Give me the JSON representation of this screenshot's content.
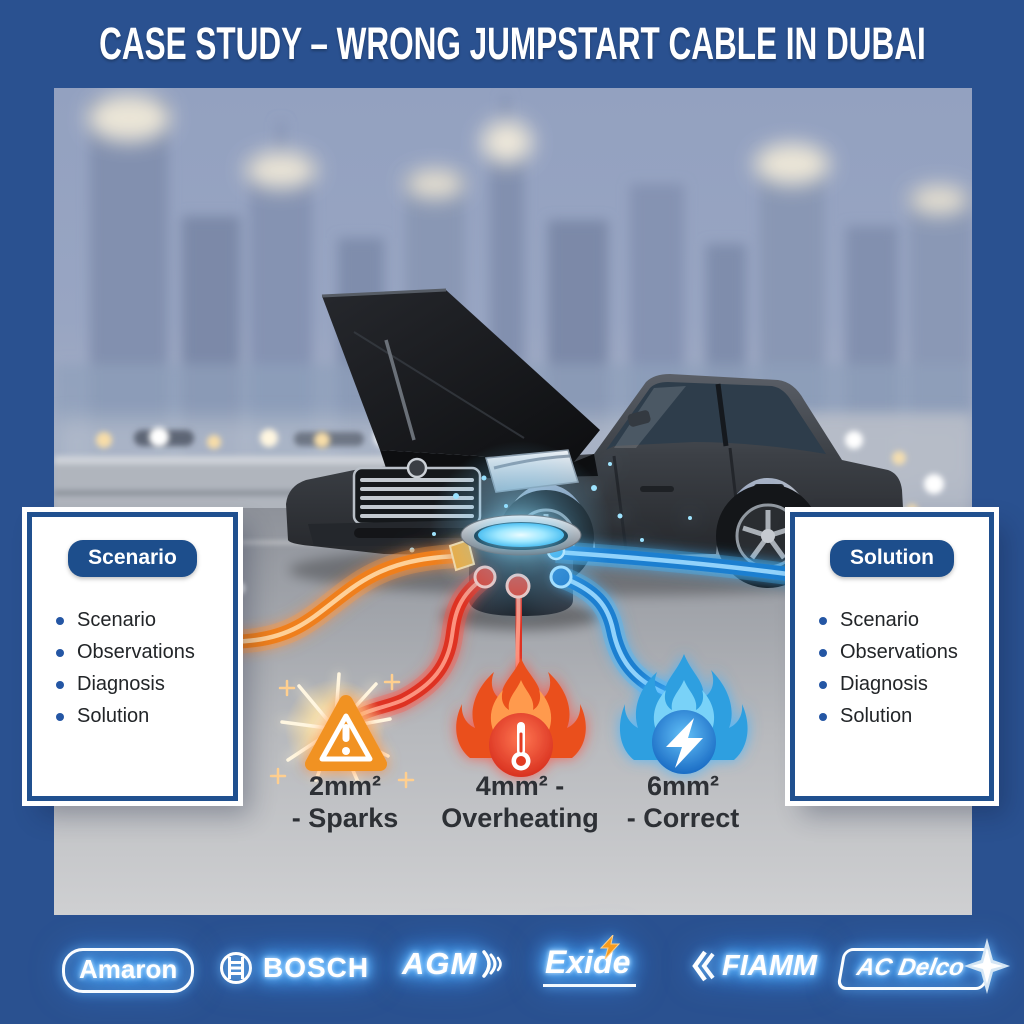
{
  "title": "CASE STUDY – WRONG JUMPSTART CABLE IN DUBAI",
  "cards": {
    "left": {
      "badge": "Scenario",
      "items": [
        "Scenario",
        "Observations",
        "Diagnosis",
        "Solution"
      ]
    },
    "right": {
      "badge": "Solution",
      "items": [
        "Scenario",
        "Observations",
        "Diagnosis",
        "Solution"
      ]
    }
  },
  "diagram": {
    "labels": [
      {
        "icon": "warning-triangle-icon",
        "line1": "2mm²",
        "line2": "- Sparks"
      },
      {
        "icon": "overheating-thermometer-icon",
        "line1": "4mm² -",
        "line2": "Overheating"
      },
      {
        "icon": "lightning-bolt-icon",
        "line1": "6mm²",
        "line2": "- Correct"
      }
    ],
    "cable_colors": {
      "orange": "#f5861f",
      "red": "#e03724",
      "blue": "#1f7ac9"
    }
  },
  "brands": [
    "Amaron",
    "BOSCH",
    "AGM",
    "Exide",
    "FIAMM",
    "AC Delco"
  ],
  "colors": {
    "frame_blue": "#2a5190",
    "badge_blue": "#1d4e8c",
    "card_border": "#20508f",
    "title_text": "#ffffff",
    "label_text": "#2d3035",
    "hub_glow_cyan": "#7fd8ff"
  }
}
